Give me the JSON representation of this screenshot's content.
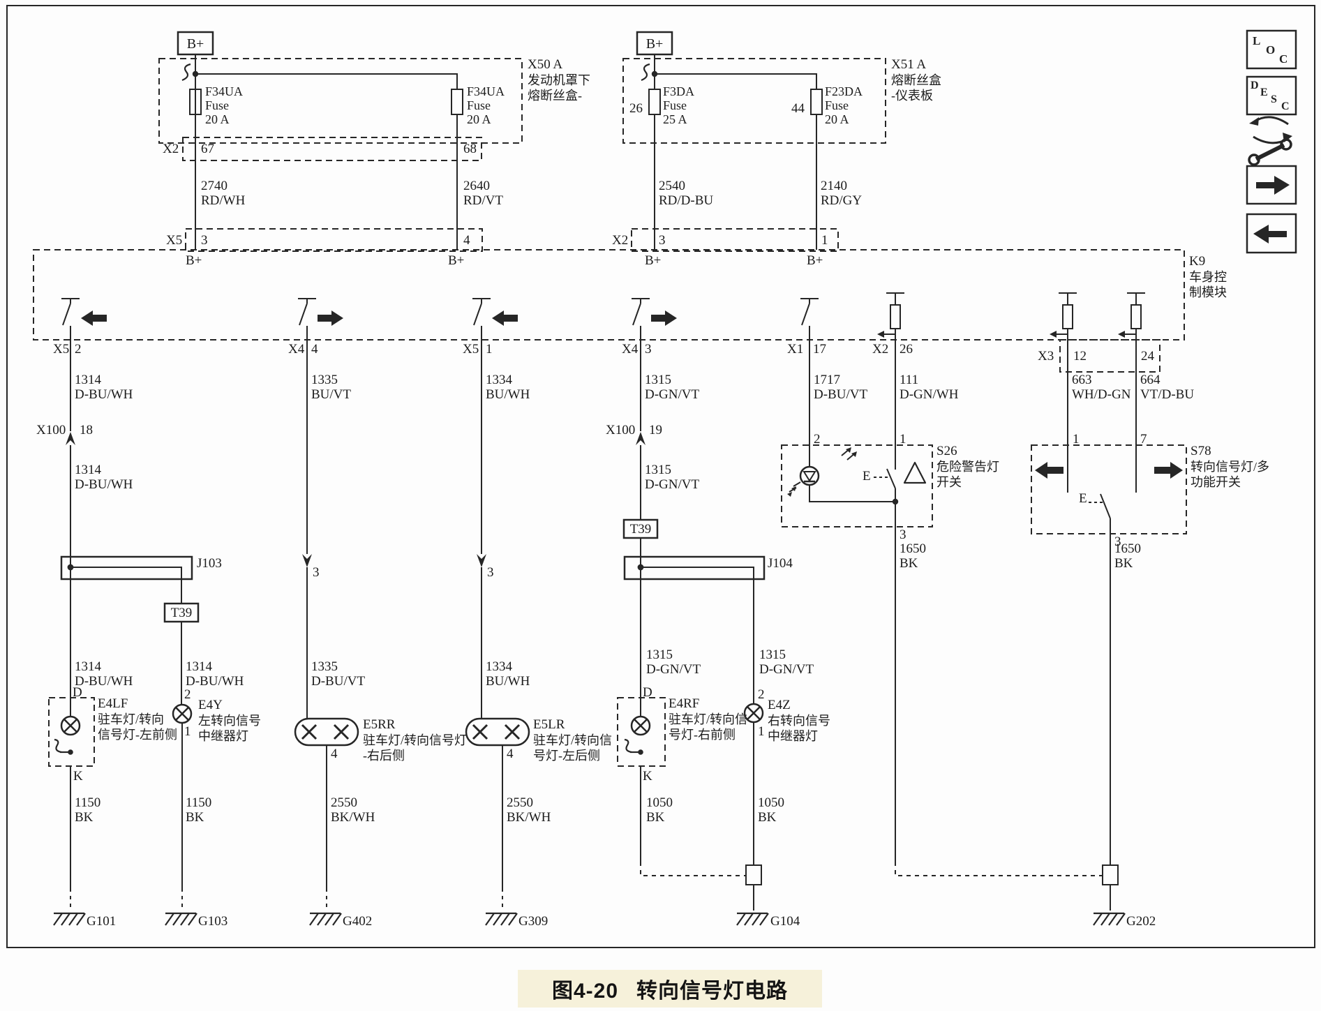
{
  "title": {
    "figure_no": "图4-20",
    "text": "转向信号灯电路"
  },
  "colors": {
    "line": "#262626",
    "title_bg": "#f6f1da",
    "paper": "#fdfdfd"
  },
  "power": {
    "bplus": "B+"
  },
  "fusebox_engine": {
    "id": "X50 A",
    "name_line1": "发动机罩下",
    "name_line2": "熔断丝盒-",
    "fuse_left": {
      "id": "F34UA",
      "label": "Fuse",
      "rating": "20 A"
    },
    "fuse_right": {
      "id": "F34UA",
      "label": "Fuse",
      "rating": "20 A"
    },
    "connector": "X2",
    "pin_left": "67",
    "pin_right": "68"
  },
  "fusebox_ip": {
    "id": "X51 A",
    "name_line1": "熔断丝盒",
    "name_line2": "-仪表板",
    "fuse_left": {
      "id": "F3DA",
      "label": "Fuse",
      "rating": "25 A",
      "pin": "26"
    },
    "fuse_right": {
      "id": "F23DA",
      "label": "Fuse",
      "rating": "20 A",
      "pin": "44"
    }
  },
  "bcm": {
    "id": "K9",
    "name_line1": "车身控",
    "name_line2": "制模块",
    "bplus": "B+",
    "conn_x5_top": {
      "name": "X5",
      "pin_left": "3",
      "pin_right": "4"
    },
    "conn_x2_top": {
      "name": "X2",
      "pin_left": "3",
      "pin_right": "1"
    },
    "pins_bottom": {
      "x5_2": {
        "conn": "X5",
        "pin": "2"
      },
      "x4_4": {
        "conn": "X4",
        "pin": "4"
      },
      "x5_1": {
        "conn": "X5",
        "pin": "1"
      },
      "x4_3": {
        "conn": "X4",
        "pin": "3"
      },
      "x1_17": {
        "conn": "X1",
        "pin": "17"
      },
      "x2_26": {
        "conn": "X2",
        "pin": "26"
      },
      "x3": {
        "conn": "X3",
        "pin_left": "12",
        "pin_right": "24"
      }
    }
  },
  "wires": {
    "w2740": {
      "id": "2740",
      "color": "RD/WH"
    },
    "w2640": {
      "id": "2640",
      "color": "RD/VT"
    },
    "w2540": {
      "id": "2540",
      "color": "RD/D-BU"
    },
    "w2140": {
      "id": "2140",
      "color": "RD/GY"
    },
    "w1314": {
      "id": "1314",
      "color": "D-BU/WH"
    },
    "w1335a": {
      "id": "1335",
      "color": "BU/VT"
    },
    "w1335b": {
      "id": "1335",
      "color": "D-BU/VT"
    },
    "w1334": {
      "id": "1334",
      "color": "BU/WH"
    },
    "w1315": {
      "id": "1315",
      "color": "D-GN/VT"
    },
    "w1717": {
      "id": "1717",
      "color": "D-BU/VT"
    },
    "w111": {
      "id": "111",
      "color": "D-GN/WH"
    },
    "w663": {
      "id": "663",
      "color": "WH/D-GN"
    },
    "w664": {
      "id": "664",
      "color": "VT/D-BU"
    },
    "w1150": {
      "id": "1150",
      "color": "BK"
    },
    "w2550": {
      "id": "2550",
      "color": "BK/WH"
    },
    "w1050": {
      "id": "1050",
      "color": "BK"
    },
    "w1650": {
      "id": "1650",
      "color": "BK"
    }
  },
  "connectors": {
    "x100": {
      "name": "X100",
      "pin_left": "18",
      "pin_right": "19"
    },
    "inline_pin": "3"
  },
  "splices": {
    "j103": "J103",
    "j104": "J104",
    "t39": "T39"
  },
  "components": {
    "e4lf": {
      "id": "E4LF",
      "name_line1": "驻车灯/转向",
      "name_line2": "信号灯-左前侧",
      "pin_top": "D",
      "pin_bottom": "K"
    },
    "e4y": {
      "id": "E4Y",
      "name_line1": "左转向信号",
      "name_line2": "中继器灯",
      "pin_top": "2",
      "pin_bottom": "1"
    },
    "e5rr": {
      "id": "E5RR",
      "name_line1": "驻车灯/转向信号灯",
      "name_line2": "-右后侧",
      "pin_bottom": "4"
    },
    "e5lr": {
      "id": "E5LR",
      "name_line1": "驻车灯/转向信",
      "name_line2": "号灯-左后侧",
      "pin_bottom": "4"
    },
    "e4rf": {
      "id": "E4RF",
      "name_line1": "驻车灯/转向信",
      "name_line2": "号灯-右前侧",
      "pin_top": "D",
      "pin_bottom": "K"
    },
    "e4z": {
      "id": "E4Z",
      "name_line1": "右转向信号",
      "name_line2": "中继器灯",
      "pin_top": "2",
      "pin_bottom": "1"
    },
    "s26": {
      "id": "S26",
      "name_line1": "危险警告灯",
      "name_line2": "开关",
      "pin_led": "2",
      "pin_sw": "1",
      "pin_out": "3",
      "mech": "E"
    },
    "s78": {
      "id": "S78",
      "name_line1": "转向信号灯/多",
      "name_line2": "功能开关",
      "pin_left": "1",
      "pin_right": "7",
      "pin_out": "3",
      "mech": "E"
    }
  },
  "grounds": {
    "g101": "G101",
    "g103": "G103",
    "g402": "G402",
    "g309": "G309",
    "g104": "G104",
    "g202": "G202"
  },
  "sidebar": {
    "loc": [
      "L",
      "O",
      "C"
    ],
    "desc": [
      "D",
      "E",
      "S",
      "C"
    ],
    "icons": [
      "loc-box",
      "desc-box",
      "swap-wrench-icon",
      "arrow-right-icon",
      "arrow-left-icon"
    ]
  }
}
